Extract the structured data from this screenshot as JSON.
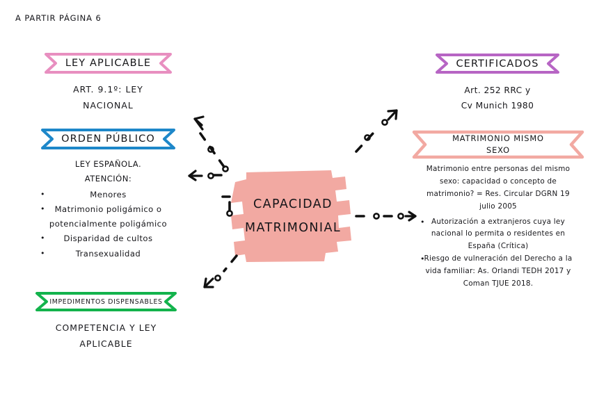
{
  "header": {
    "note": "A PARTIR PÁGINA 6"
  },
  "center": {
    "line1": "CAPACIDAD",
    "line2": "MATRIMONIAL",
    "fill_color": "#f2a9a2"
  },
  "branches": {
    "ley_aplicable": {
      "banner_label": "LEY APLICABLE",
      "banner_color": "#e88fc0",
      "lines": [
        "ART. 9.1º: LEY",
        "NACIONAL"
      ]
    },
    "orden_publico": {
      "banner_label": "ORDEN PÚBLICO",
      "banner_color": "#1d87c9",
      "lead": [
        "LEY ESPAÑOLA.",
        "ATENCIÓN:"
      ],
      "bullets": [
        "Menores",
        "Matrimonio poligámico o potencialmente poligámico",
        "Disparidad de cultos",
        "Transexualidad"
      ]
    },
    "impedimentos": {
      "banner_label": "IMPEDIMENTOS DISPENSABLES",
      "banner_color": "#13b34c",
      "lines": [
        "COMPETENCIA Y LEY",
        "APLICABLE"
      ]
    },
    "certificados": {
      "banner_label": "CERTIFICADOS",
      "banner_color": "#b765c4",
      "lines": [
        "Art. 252 RRC y",
        "Cv Munich 1980"
      ]
    },
    "matrimonio_mismo_sexo": {
      "banner_label_line1": "MATRIMONIO MISMO",
      "banner_label_line2": "SEXO",
      "banner_color": "#f2a9a2",
      "lead": "Matrimonio entre personas del mismo sexo: capacidad o concepto de matrimonio? = Res. Circular DGRN 19 julio 2005",
      "bullets": [
        "Autorización a extranjeros cuya ley nacional lo permita o residentes en España (Crítica)",
        "Riesgo de vulneración del Derecho a la vida familiar: As. Orlandi TEDH 2017 y Coman TJUE 2018."
      ]
    }
  },
  "connectors": {
    "count": 4,
    "style": "dashed-with-circles",
    "color": "#111111",
    "directions": [
      "up-left",
      "left",
      "up-right",
      "right",
      "down-left"
    ]
  }
}
